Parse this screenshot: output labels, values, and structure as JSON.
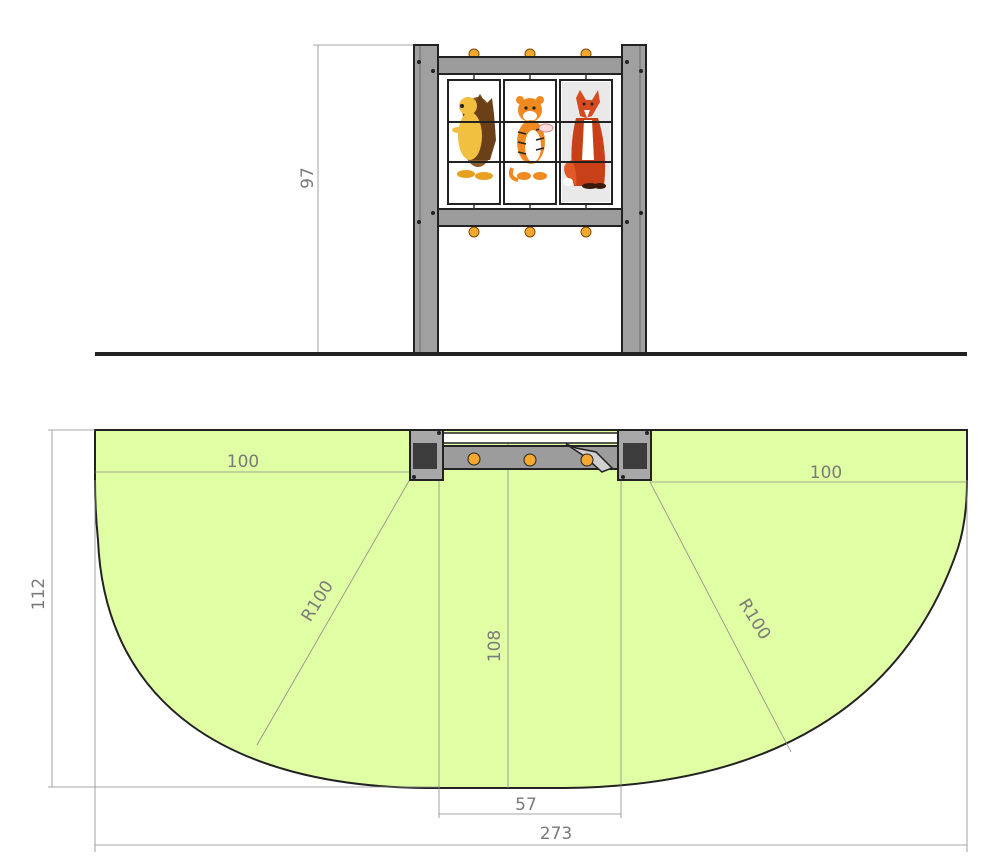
{
  "dimensions": {
    "height_elevation": "97",
    "depth_plan": "112",
    "left_width": "100",
    "right_width": "100",
    "left_radius": "R100",
    "right_radius": "R100",
    "center_depth": "108",
    "center_width": "57",
    "total_width": "273"
  },
  "panels": [
    {
      "animal": "hedgehog"
    },
    {
      "animal": "tiger"
    },
    {
      "animal": "fox"
    }
  ],
  "colors": {
    "safety_zone": "#e0ffa4",
    "post": "#a0a0a0",
    "beam": "#9c9c9c",
    "bolt": "#f4a830",
    "dimension": "#7a7a7a"
  }
}
